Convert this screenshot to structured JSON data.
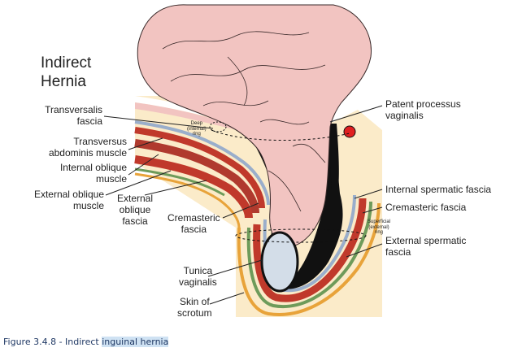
{
  "figure": {
    "title": "Indirect\nHernia",
    "labels": {
      "transversalis_fascia": "Transversalis\nfascia",
      "transversus_abdominis_muscle": "Transversus\nabdominis muscle",
      "internal_oblique_muscle": "Internal oblique\nmuscle",
      "external_oblique_muscle": "External oblique\nmuscle",
      "external_oblique_fascia": "External\noblique\nfascia",
      "cremasteric_fascia_left": "Cremasteric\nfascia",
      "tunica_vaginalis": "Tunica\nvaginalis",
      "skin_of_scrotum": "Skin of\nscrotum",
      "deep_ring": "Deep\n(internal)\nring",
      "patent_processus_vaginalis": "Patent processus\nvaginalis",
      "internal_spermatic_fascia": "Internal spermatic fascia",
      "cremasteric_fascia_right": "Cremasteric fascia",
      "superficial_ring": "Superficial\n(external)\nring",
      "external_spermatic_fascia": "External spermatic\nfascia"
    }
  },
  "caption": {
    "prefix": "Figure 3.4.8 - Indirect ",
    "highlight": "inguinal hernia"
  },
  "colors": {
    "intestine_fill": "#f2c4c1",
    "fat": "#fbebc9",
    "muscle_red": "#c0392b",
    "fascia_orange": "#e8a33a",
    "fascia_green": "#6e9b5a",
    "fascia_blue": "#9aaecb",
    "sac_black": "#111111",
    "tunica_fill": "#d3dde8"
  }
}
